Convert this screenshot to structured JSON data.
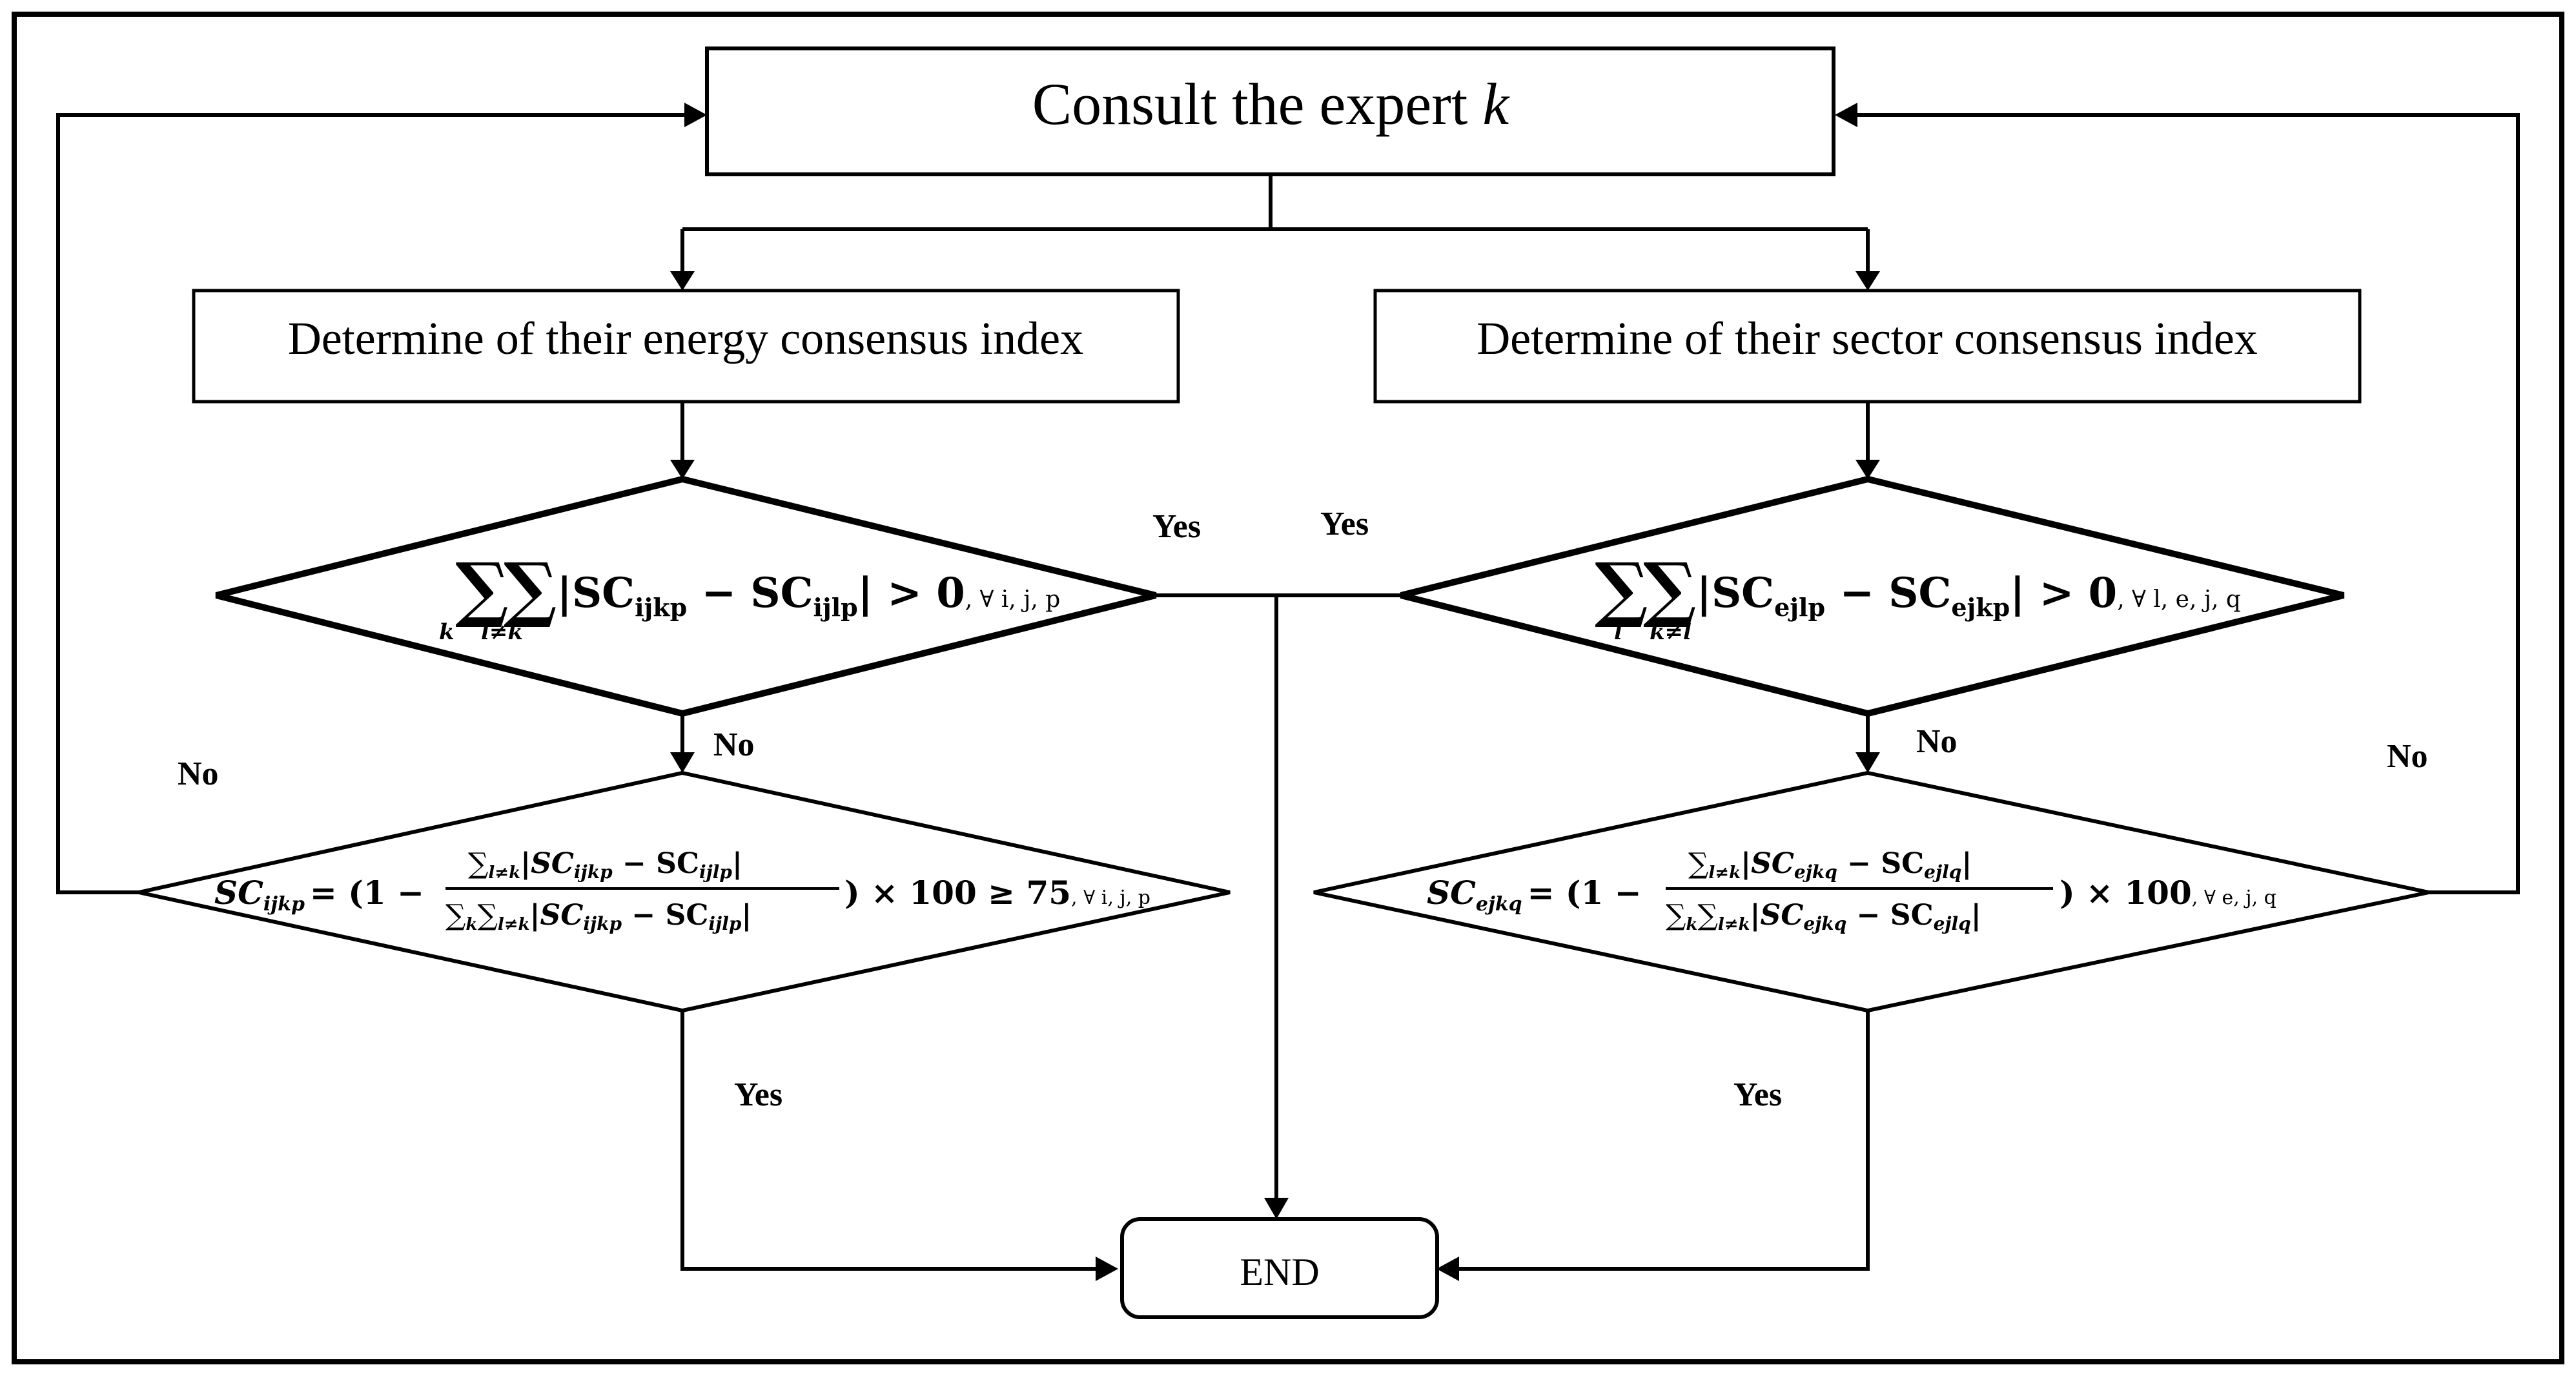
{
  "nodes": {
    "consult": {
      "text_main": "Consult the expert ",
      "text_var": "k"
    },
    "energy_box": {
      "text": "Determine of their energy consensus index"
    },
    "sector_box": {
      "text": "Determine of their sector consensus index"
    },
    "end": {
      "text": "END"
    }
  },
  "conditions": {
    "energy_check": {
      "sum1": "∑",
      "sub1": "k",
      "sum2": "∑",
      "sub2": "l≠k",
      "abs_expr": "|SC",
      "t1_sub": "ijkp",
      "minus": " − SC",
      "t2_sub": "ijlp",
      "close": "| > 0",
      "quant": ", ∀ i, j, p"
    },
    "sector_check": {
      "sum1": "∑",
      "sub1": "l",
      "sum2": "∑",
      "sub2": "k≠l",
      "abs_expr": "|SC",
      "t1_sub": "ejlp",
      "minus": " − SC",
      "t2_sub": "ejkp",
      "close": "| > 0",
      "quant": ", ∀ l, e, j, q"
    },
    "energy_index": {
      "lhs": "SC",
      "lhs_sub": "ijkp",
      "eq_open": "= (1 −",
      "num_sum": "∑",
      "num_sub": "l≠k",
      "num_expr": "|SC",
      "num_s1": "ijkp",
      "num_mid": " − SC",
      "num_s2": "ijlp",
      "num_close": "|",
      "den_sum1": "∑",
      "den_sub1": "k",
      "den_sum2": "∑",
      "den_sub2": "l≠k",
      "den_expr": "|SC",
      "den_s1": "ijkp",
      "den_mid": " − SC",
      "den_s2": "ijlp",
      "den_close": "|",
      "rhs": ") × 100 ≥ 75",
      "quant": ", ∀ i, j, p"
    },
    "sector_index": {
      "lhs": "SC",
      "lhs_sub": "ejkq",
      "eq_open": "= (1 −",
      "num_sum": "∑",
      "num_sub": "l≠k",
      "num_expr": "|SC",
      "num_s1": "ejkq",
      "num_mid": " − SC",
      "num_s2": "ejlq",
      "num_close": "|",
      "den_sum1": "∑",
      "den_sub1": "k",
      "den_sum2": "∑",
      "den_sub2": "l≠k",
      "den_expr": "|SC",
      "den_s1": "ejkq",
      "den_mid": " − SC",
      "den_s2": "ejlq",
      "den_close": "|",
      "rhs": ") × 100",
      "quant": ", ∀ e, j, q"
    }
  },
  "edge_labels": {
    "yes_left_top": "Yes",
    "yes_right_top": "Yes",
    "no_left_mid": "No",
    "no_right_mid": "No",
    "no_left_outer": "No",
    "no_right_outer": "No",
    "yes_left_bottom": "Yes",
    "yes_right_bottom": "Yes"
  }
}
